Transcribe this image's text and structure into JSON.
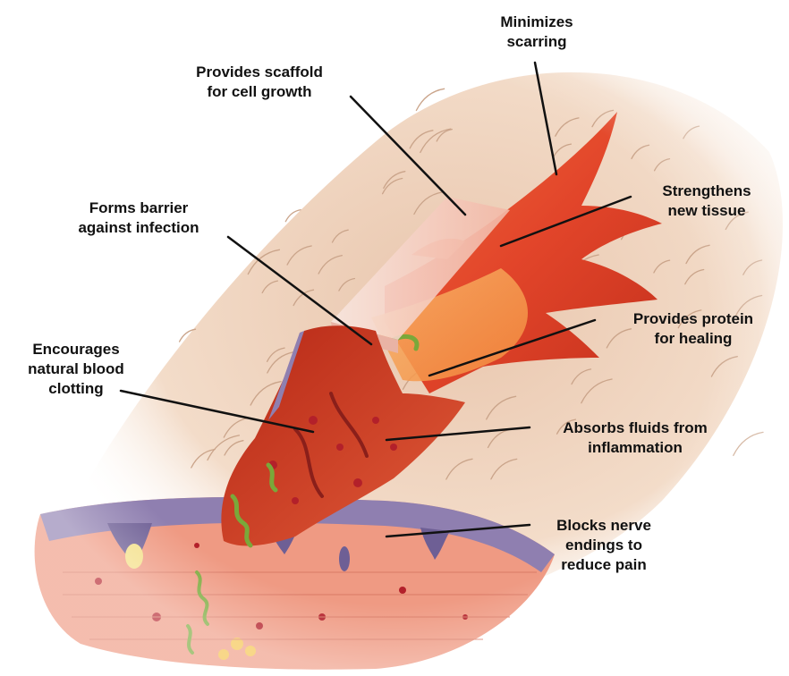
{
  "colors": {
    "background": "#ffffff",
    "skin_surface": "#f2d8c4",
    "wound_red": "#d8391f",
    "wound_orange": "#f07a3a",
    "scaffold_pale": "#f5d9cf",
    "tissue_dark": "#a01f14",
    "membrane_purple": "#8a7aa8",
    "skin_layer_pink": "#f0907a",
    "fiber_green": "#7aa83a",
    "callout_line": "#111111"
  },
  "callouts": [
    {
      "id": "minimizes-scarring",
      "lines": [
        "Minimizes",
        "scarring"
      ]
    },
    {
      "id": "provides-scaffold",
      "lines": [
        "Provides scaffold",
        "for cell growth"
      ]
    },
    {
      "id": "strengthens-tissue",
      "lines": [
        "Strengthens",
        "new tissue"
      ]
    },
    {
      "id": "forms-barrier",
      "lines": [
        "Forms barrier",
        "against infection"
      ]
    },
    {
      "id": "provides-protein",
      "lines": [
        "Provides protein",
        "for healing"
      ]
    },
    {
      "id": "encourages-clotting",
      "lines": [
        "Encourages",
        "natural blood",
        "clotting"
      ]
    },
    {
      "id": "absorbs-fluids",
      "lines": [
        "Absorbs fluids from",
        "inflammation"
      ]
    },
    {
      "id": "blocks-nerve",
      "lines": [
        "Blocks nerve",
        "endings to",
        "reduce pain"
      ]
    }
  ]
}
